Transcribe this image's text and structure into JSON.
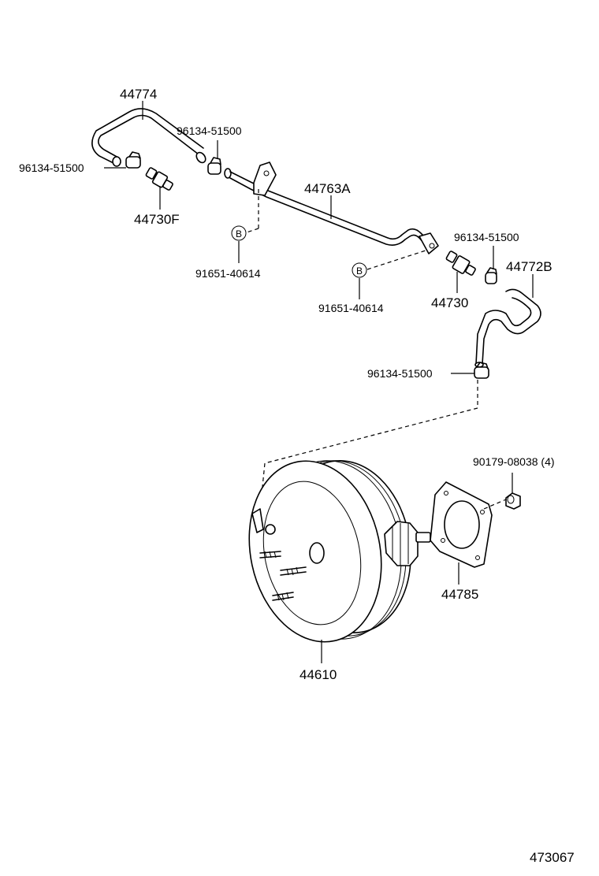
{
  "labels": {
    "hose_top": "44774",
    "clamp_left": "96134-51500",
    "clamp_top_mid": "96134-51500",
    "valve_left": "44730F",
    "pipe": "44763A",
    "bolt_left": "91651-40614",
    "bolt_right": "91651-40614",
    "clamp_right_top": "96134-51500",
    "valve_right": "44730",
    "hose_right": "44772B",
    "clamp_lower": "96134-51500",
    "nut": "90179-08038 (4)",
    "gasket": "44785",
    "booster": "44610",
    "diagram_number": "473067"
  },
  "callouts": {
    "b_left": "B",
    "b_right": "B"
  }
}
